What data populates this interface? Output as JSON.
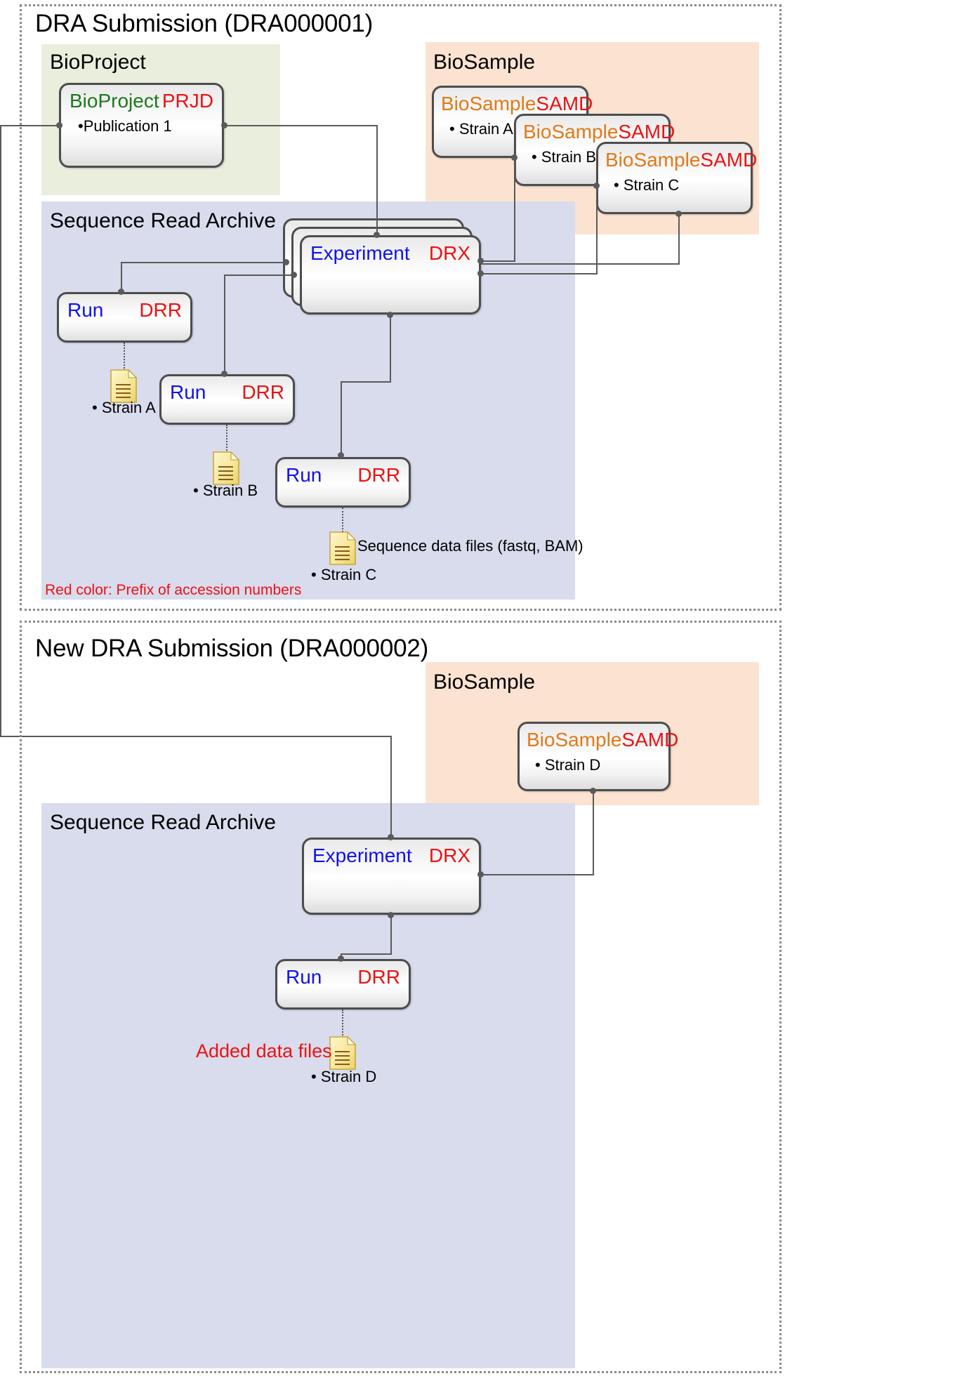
{
  "submissions": [
    {
      "title": "DRA Submission (DRA000001)",
      "panels": {
        "bioproject": {
          "title": "BioProject"
        },
        "biosample": {
          "title": "BioSample"
        },
        "sra": {
          "title": "Sequence Read Archive"
        }
      },
      "nodes": {
        "bioproject": {
          "type_label": "BioProject",
          "prefix": "PRJD",
          "body": "•Publication 1"
        },
        "biosamples": [
          {
            "type_label": "BioSample",
            "prefix": "SAMD",
            "body": "• Strain A"
          },
          {
            "type_label": "BioSample",
            "prefix": "SAMD",
            "body": "• Strain B"
          },
          {
            "type_label": "BioSample",
            "prefix": "SAMD",
            "body": "• Strain C"
          }
        ],
        "experiment": {
          "type_label": "Experiment",
          "prefix": "DRX"
        },
        "runs": [
          {
            "type_label": "Run",
            "prefix": "DRR",
            "file_strain": "• Strain A"
          },
          {
            "type_label": "Run",
            "prefix": "DRR",
            "file_strain": "• Strain B"
          },
          {
            "type_label": "Run",
            "prefix": "DRR",
            "file_strain": "• Strain C",
            "file_caption": "Sequence data files (fastq, BAM)"
          }
        ]
      },
      "legend": "Red color: Prefix of accession numbers"
    },
    {
      "title": "New DRA Submission (DRA000002)",
      "panels": {
        "biosample": {
          "title": "BioSample"
        },
        "sra": {
          "title": "Sequence Read Archive"
        }
      },
      "nodes": {
        "biosamples": [
          {
            "type_label": "BioSample",
            "prefix": "SAMD",
            "body": "• Strain D"
          }
        ],
        "experiment": {
          "type_label": "Experiment",
          "prefix": "DRX"
        },
        "runs": [
          {
            "type_label": "Run",
            "prefix": "DRR",
            "file_strain": "• Strain D",
            "file_caption": "Added data files"
          }
        ]
      }
    }
  ],
  "colors": {
    "green_text": "#1a7a1a",
    "orange_text": "#e07a18",
    "red_text": "#ee1111",
    "blue_text": "#1111ee",
    "panel_green": "#eaeedd",
    "panel_orange": "#fce3d1",
    "panel_blue": "#d8dced",
    "node_border": "#4d4d4d",
    "connector": "#5a5a5a"
  },
  "icons": {
    "document": "document-icon"
  }
}
